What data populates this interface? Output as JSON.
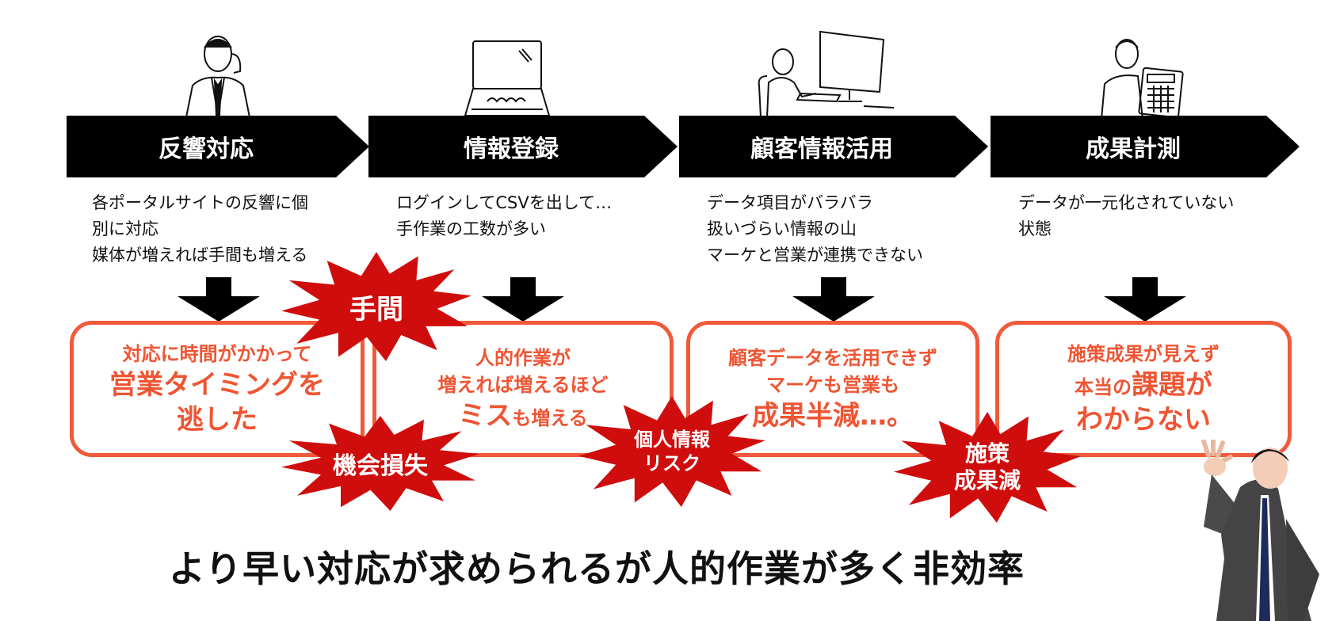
{
  "steps": [
    {
      "title": "反響対応",
      "desc": [
        "各ポータルサイトの反響に個",
        "別に対応",
        "媒体が増えれば手間も増える"
      ],
      "result": [
        {
          "text": "対応に時間がかかって",
          "size": "sm"
        },
        {
          "text": "営業タイミングを",
          "size": "lg"
        },
        {
          "text": "逃した",
          "size": "lg"
        }
      ]
    },
    {
      "title": "情報登録",
      "desc": [
        "ログインしてCSVを出して…",
        "手作業の工数が多い"
      ],
      "result": [
        {
          "text": "人的作業が",
          "size": "sm"
        },
        {
          "text": "増えれば増えるほど",
          "size": "sm"
        },
        {
          "text_big": "ミス",
          "text_small": "も増える"
        }
      ]
    },
    {
      "title": "顧客情報活用",
      "desc": [
        "データ項目がバラバラ",
        "扱いづらい情報の山",
        "マーケと営業が連携できない"
      ],
      "result": [
        {
          "text": "顧客データを活用できず",
          "size": "sm"
        },
        {
          "text": "マーケも営業も",
          "size": "sm"
        },
        {
          "text": "成果半減…。",
          "size": "lg"
        }
      ]
    },
    {
      "title": "成果計測",
      "desc": [
        "データが一元化されていない",
        "状態"
      ],
      "result": [
        {
          "text": "施策成果が見えず",
          "size": "sm"
        },
        {
          "text_small": "本当の",
          "text_big": "課題が"
        },
        {
          "text": "わからない",
          "size": "lg"
        }
      ]
    }
  ],
  "bursts": {
    "tema": [
      "手間"
    ],
    "kikai": [
      "機会損失"
    ],
    "kojin": [
      "個人情報",
      "リスク"
    ],
    "shisaku": [
      "施策",
      "成果減"
    ]
  },
  "bottom_title": "より早い対応が求められるが人的作業が多く非効率",
  "colors": {
    "accent": "#f05a3a",
    "burst": "#d00d0d",
    "banner": "#000000"
  }
}
